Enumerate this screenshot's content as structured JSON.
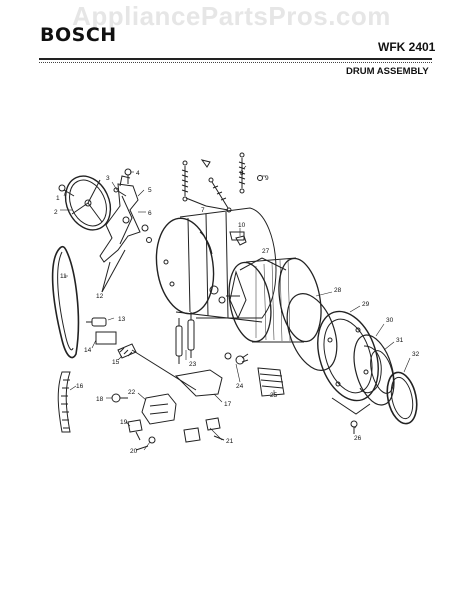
{
  "watermark": "AppliancePartsPros.com",
  "header": {
    "brand": "BOSCH",
    "model": "WFK 2401",
    "section": "DRUM ASSEMBLY"
  },
  "callouts": [
    "1",
    "2",
    "3",
    "4",
    "5",
    "6",
    "7",
    "8",
    "9",
    "10",
    "11",
    "12",
    "13",
    "14",
    "15",
    "16",
    "17",
    "18",
    "19",
    "20",
    "21",
    "22",
    "23",
    "24",
    "25",
    "26",
    "27",
    "28",
    "29",
    "30",
    "31",
    "32"
  ],
  "colors": {
    "ink": "#222222",
    "paper": "#ffffff",
    "watermark": "#d2d2d2"
  }
}
